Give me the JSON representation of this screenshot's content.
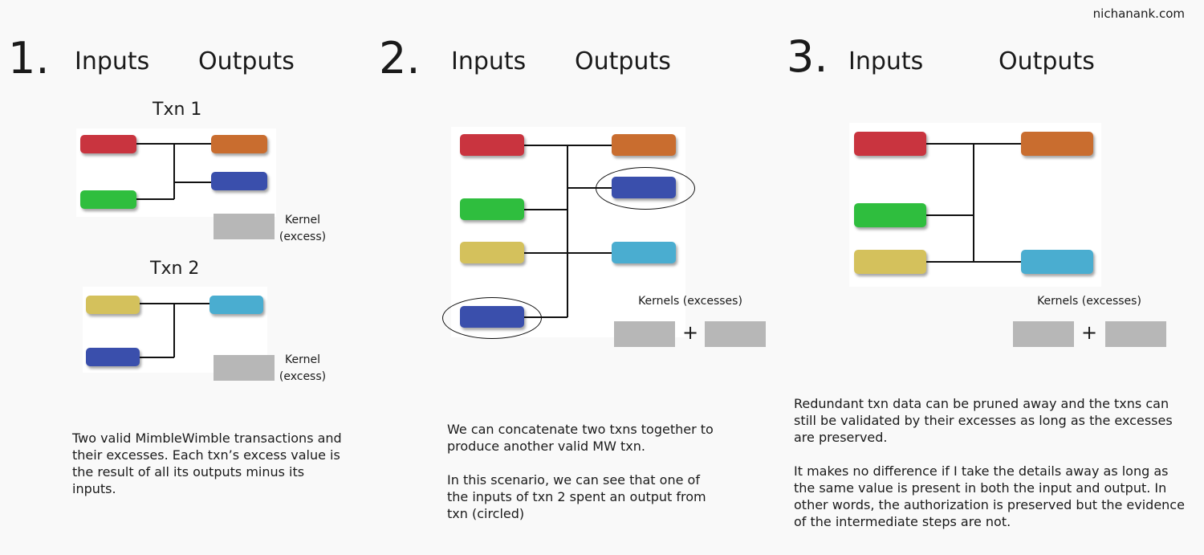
{
  "site": "nichanank.com",
  "colors": {
    "red": "#c9343f",
    "orange": "#c96d2f",
    "blue": "#3a4fac",
    "green": "#2fbe3e",
    "yellow": "#d4c15c",
    "cyan": "#4aadd0",
    "kernel": "#b7b7b7"
  },
  "panel1": {
    "number": "1.",
    "inputs": "Inputs",
    "outputs": "Outputs",
    "txn1": {
      "title": "Txn 1",
      "kernel_line1": "Kernel",
      "kernel_line2": "(excess)"
    },
    "txn2": {
      "title": "Txn 2",
      "kernel_line1": "Kernel",
      "kernel_line2": "(excess)"
    },
    "description": [
      "Two valid MimbleWimble transactions and their excesses. Each txn’s excess value is the result of all its outputs minus its inputs."
    ]
  },
  "panel2": {
    "number": "2.",
    "inputs": "Inputs",
    "outputs": "Outputs",
    "kernels_label": "Kernels (excesses)",
    "plus": "+",
    "description": [
      "We can concatenate two txns together to produce another valid MW txn.",
      "In this scenario, we can see that one of the inputs of txn 2 spent an output from txn (circled)"
    ]
  },
  "panel3": {
    "number": "3.",
    "inputs": "Inputs",
    "outputs": "Outputs",
    "kernels_label": "Kernels (excesses)",
    "plus": "+",
    "description": [
      "Redundant txn data can be pruned away and the txns can still be validated by their excesses as long as the excesses are preserved.",
      "It makes no difference if I take the details away as long as the same value is present in both the input and output. In other words, the authorization is preserved but the evidence of the intermediate steps are not."
    ]
  }
}
